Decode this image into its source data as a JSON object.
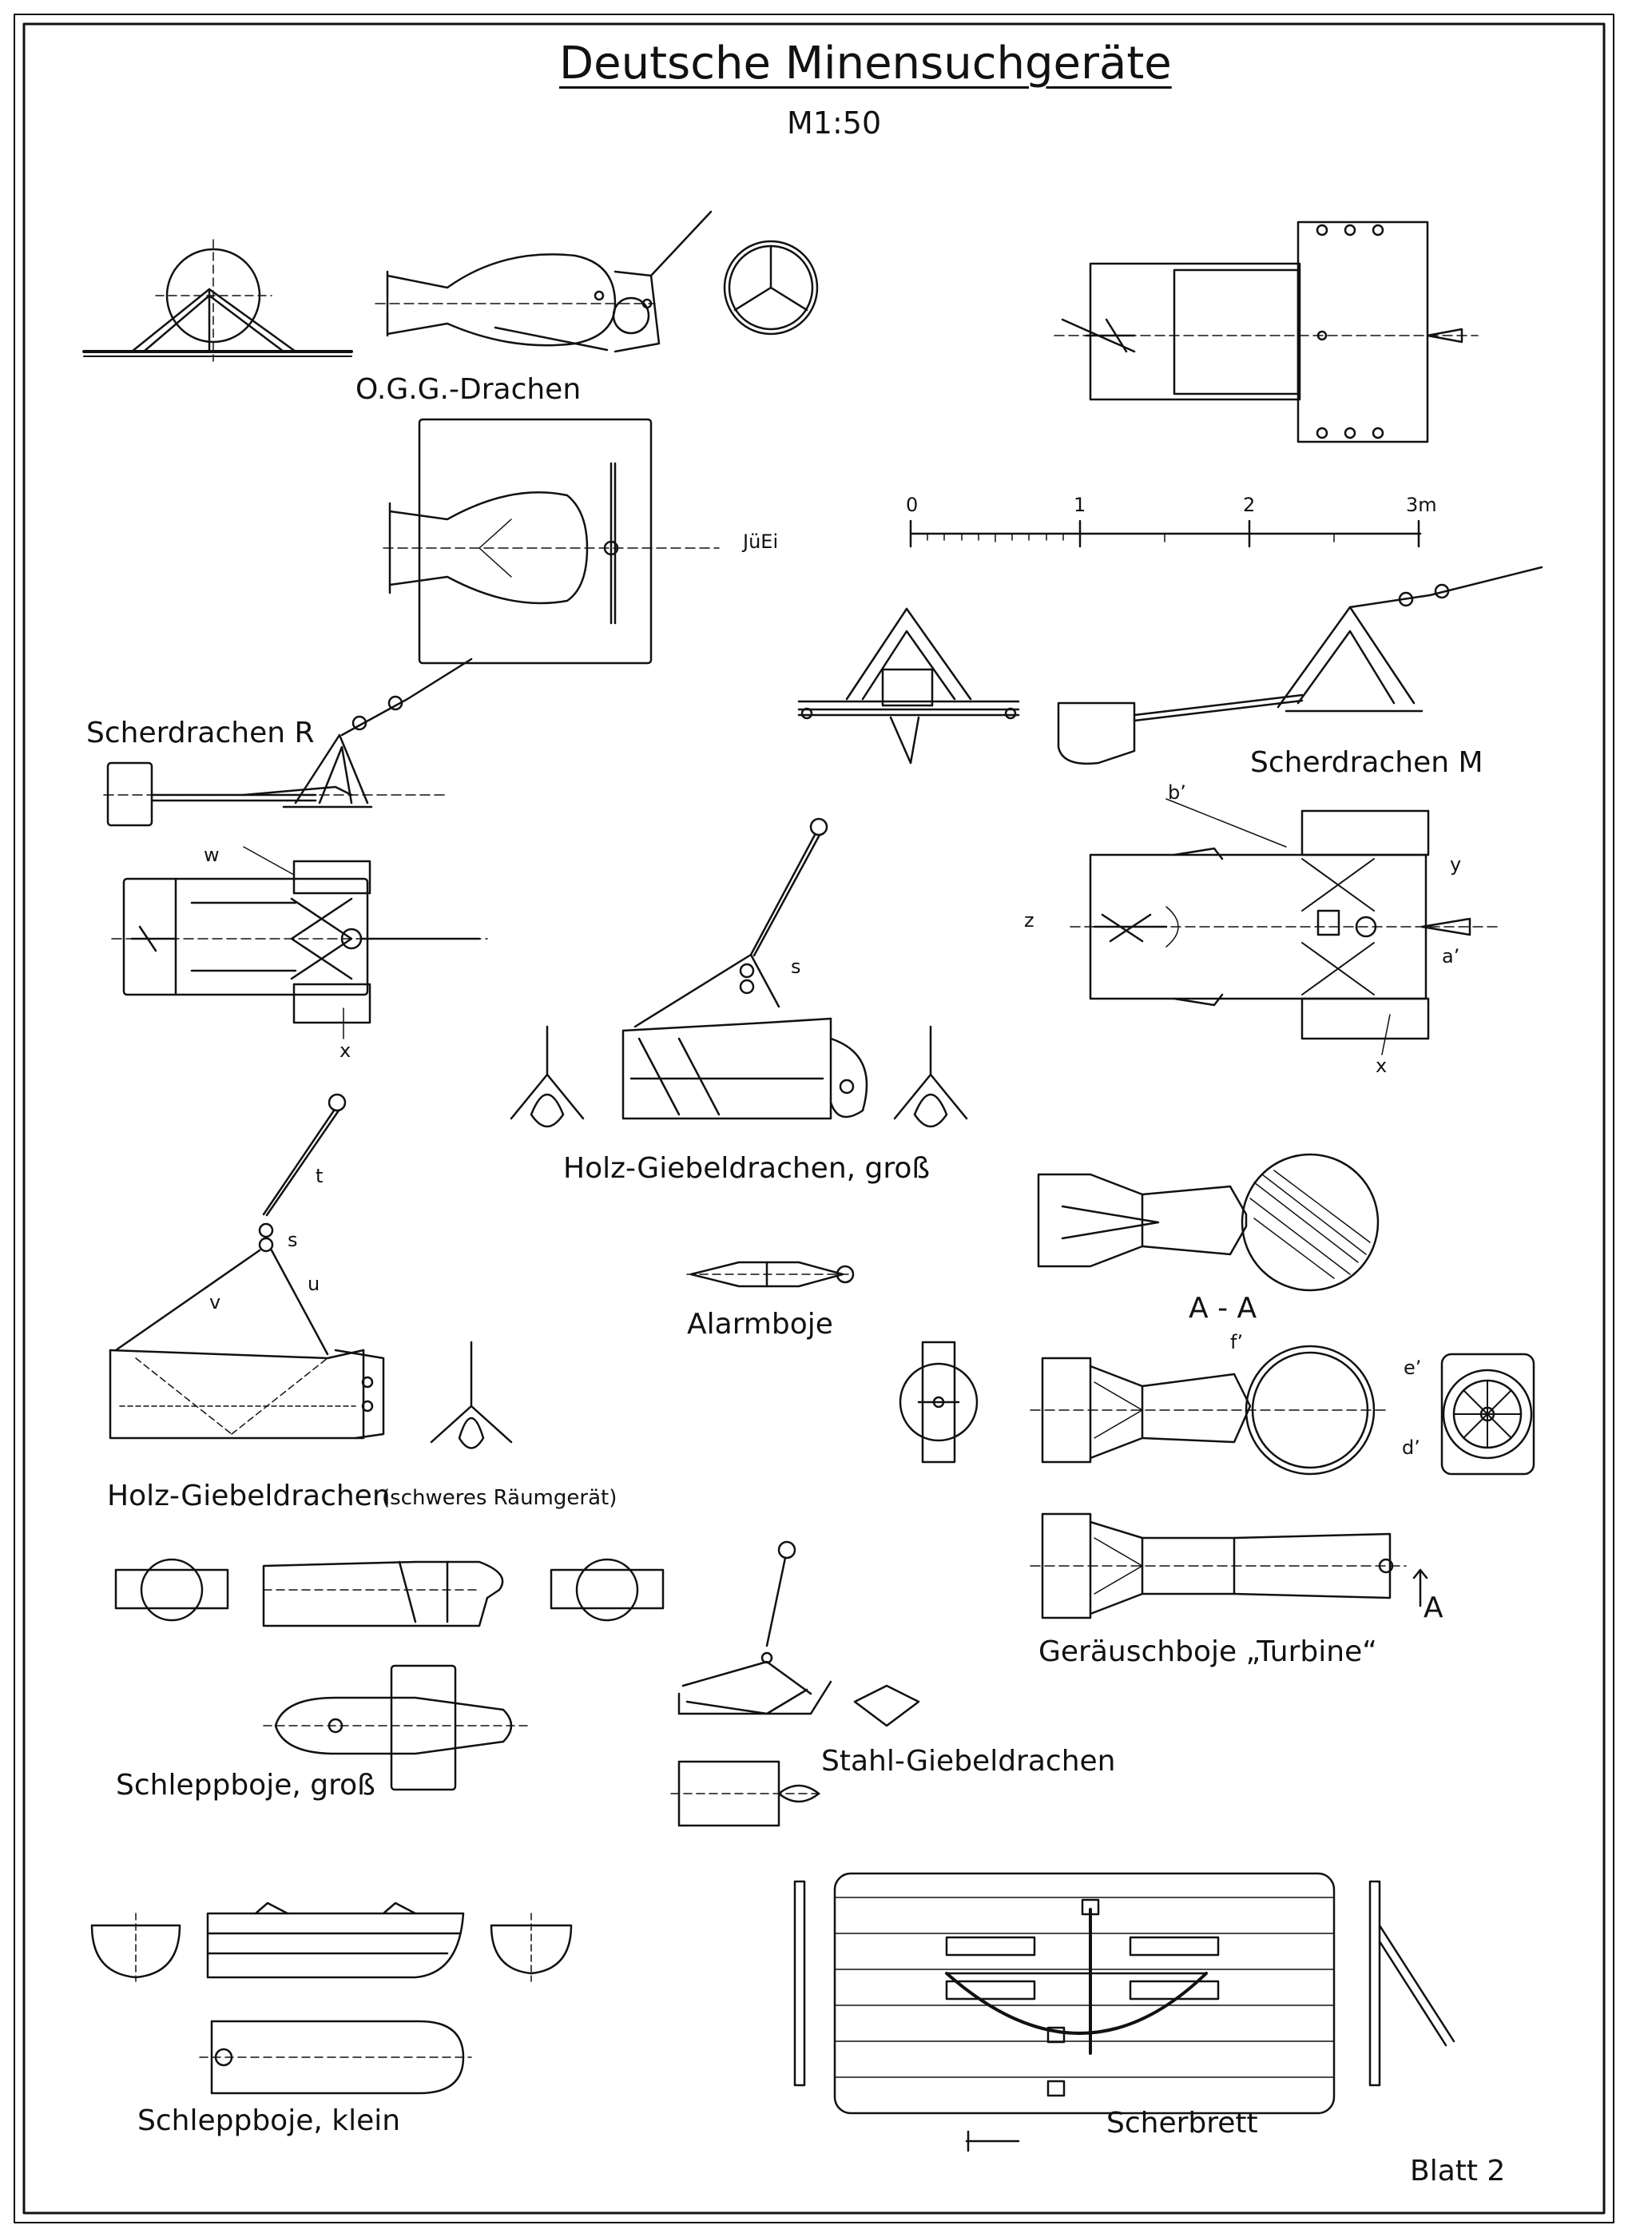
{
  "title": "Deutsche Minensuchgeräte",
  "scale": "M1:50",
  "sheet_number": "Blatt 2",
  "initials": "JüEi",
  "scale_bar": {
    "ticks": [
      "0",
      "1",
      "2",
      "3m"
    ]
  },
  "captions": {
    "ogg_drachen": "O.G.G.-Drachen",
    "scherdrachen_r": "Scherdrachen R",
    "scherdrachen_m": "Scherdrachen M",
    "holz_giebeldrachen_gross": "Holz-Giebeldrachen, groß",
    "alarmboje": "Alarmboje",
    "section_aa": "A - A",
    "holz_giebeldrachen_schwer": "Holz-Giebeldrachen",
    "holz_giebeldrachen_schwer_note": "(schweres Räumgerät)",
    "geraeuschboje": "Geräuschboje „Turbine“",
    "schleppboje_gross": "Schleppboje, groß",
    "stahl_giebeldrachen": "Stahl-Giebeldrachen",
    "schleppboje_klein": "Schleppboje, klein",
    "scherbrett": "Scherbrett"
  },
  "detail_letters": {
    "w": "w",
    "x1": "x",
    "s1": "s",
    "b": "b’",
    "y": "y",
    "z": "z",
    "a": "a’",
    "x2": "x",
    "t": "t",
    "s2": "s",
    "u": "u",
    "v": "v",
    "f": "f’",
    "e": "e’",
    "d": "d’",
    "A": "A"
  }
}
